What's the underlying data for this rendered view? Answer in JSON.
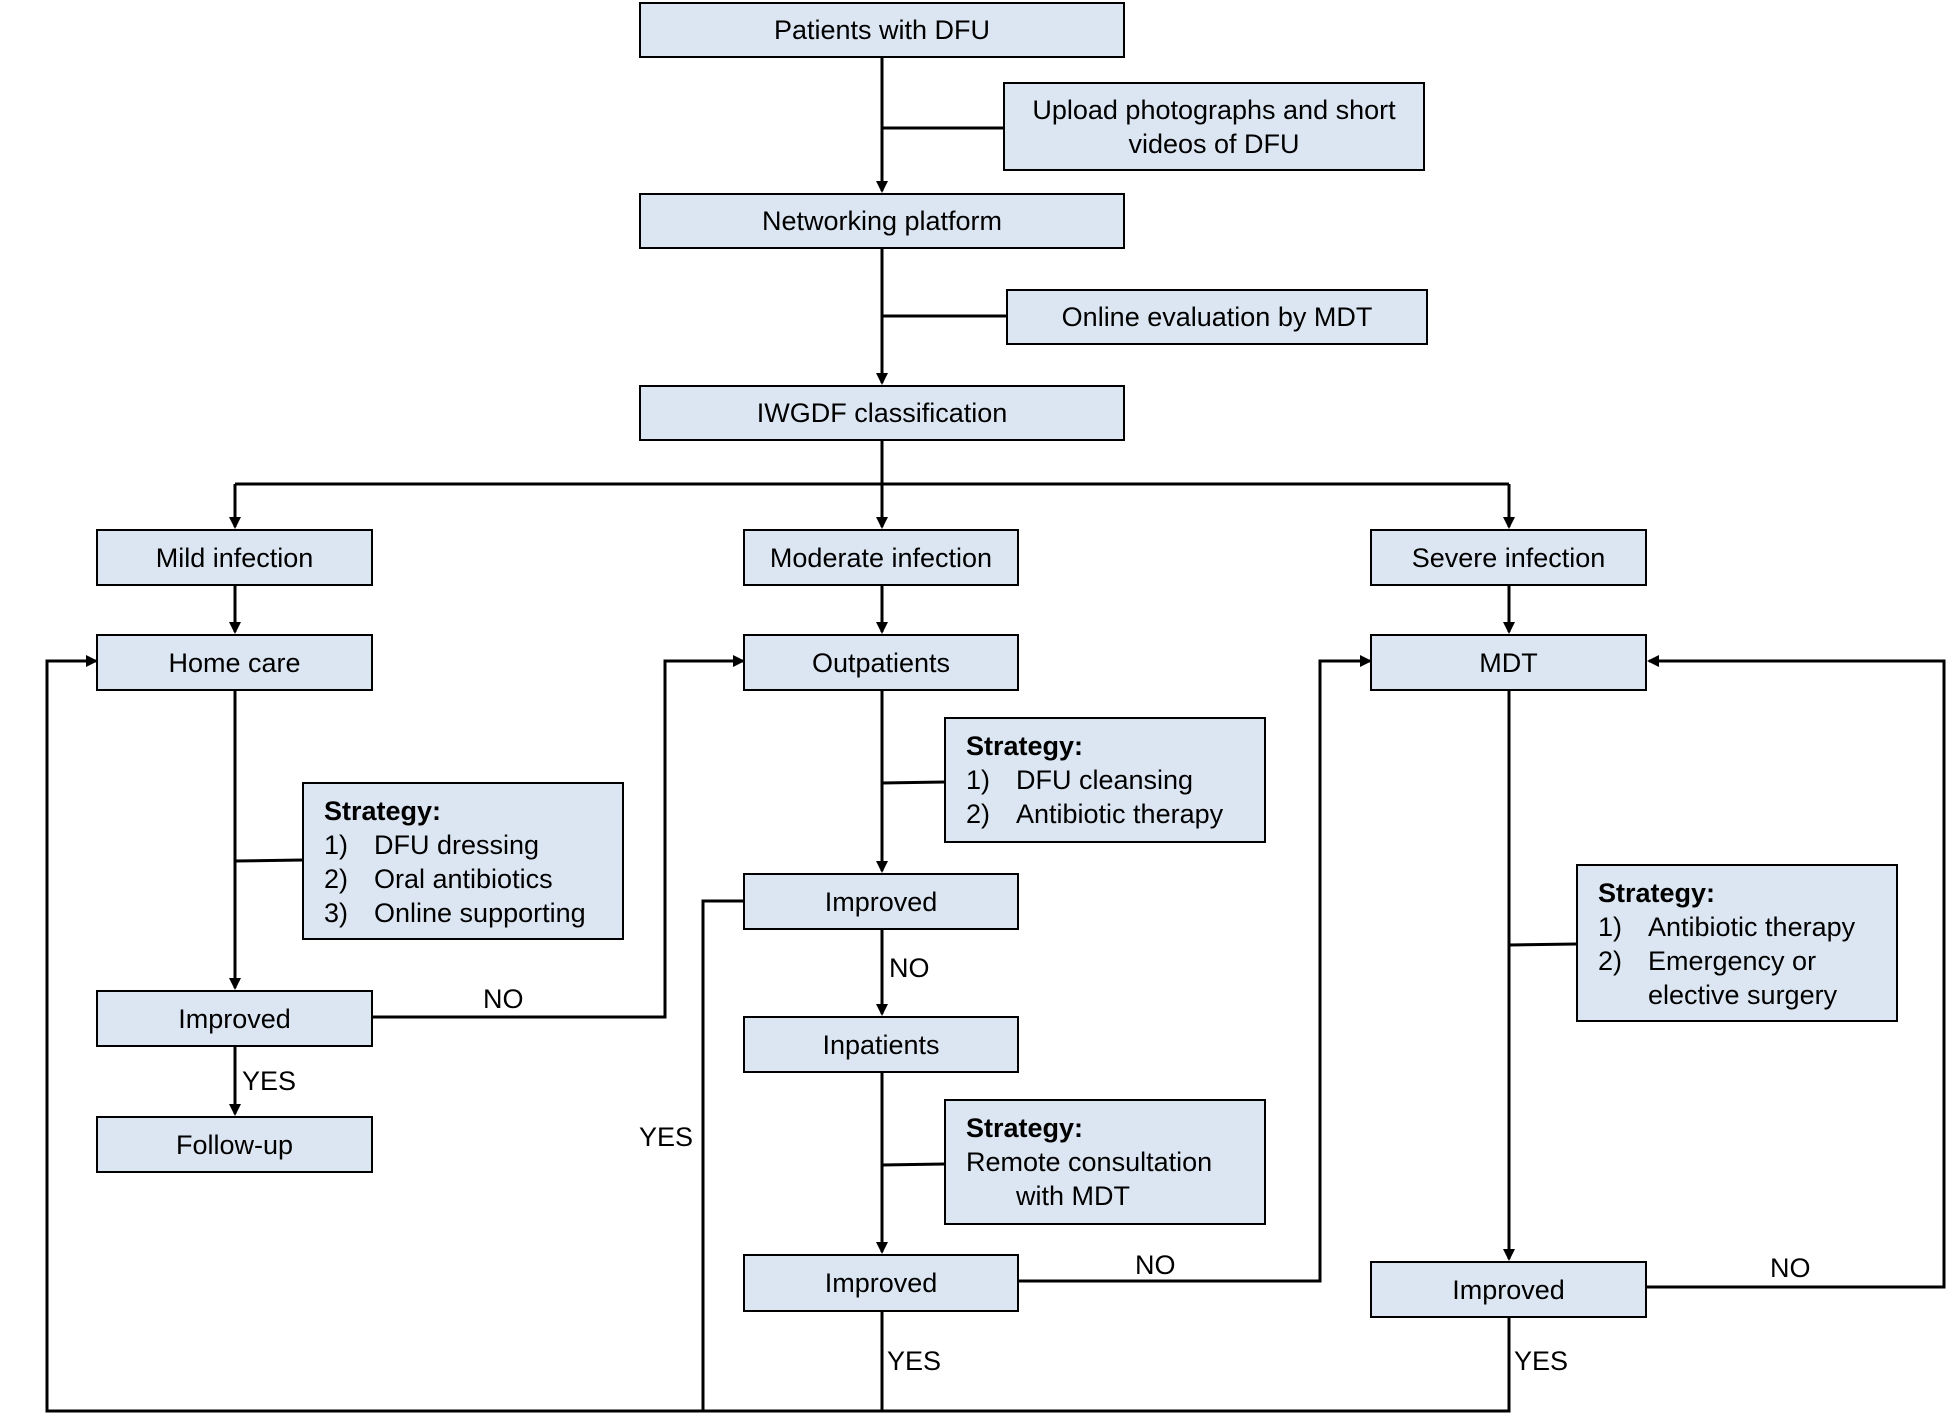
{
  "boxes": {
    "patients": "Patients with DFU",
    "upload": [
      "Upload photographs and short",
      "videos of DFU"
    ],
    "networking": "Networking platform",
    "online_eval": "Online evaluation by MDT",
    "iwgdf": "IWGDF classification",
    "mild": "Mild infection",
    "moderate": "Moderate infection",
    "severe": "Severe infection",
    "home_care": "Home care",
    "outpatients": "Outpatients",
    "mdt": "MDT",
    "improved_mild": "Improved",
    "followup": "Follow-up",
    "improved_out": "Improved",
    "inpatients": "Inpatients",
    "improved_in": "Improved",
    "improved_severe": "Improved"
  },
  "strategies": {
    "mild": {
      "title": "Strategy:",
      "items": [
        {
          "num": "1)",
          "text": "DFU dressing"
        },
        {
          "num": "2)",
          "text": "Oral  antibiotics"
        },
        {
          "num": "3)",
          "text": "Online supporting"
        }
      ]
    },
    "moderate": {
      "title": "Strategy:",
      "items": [
        {
          "num": "1)",
          "text": "DFU cleansing"
        },
        {
          "num": "2)",
          "text": "Antibiotic therapy"
        }
      ]
    },
    "inpatient": {
      "title": "Strategy:",
      "lines": [
        "Remote consultation",
        "with MDT"
      ]
    },
    "severe": {
      "title": "Strategy:",
      "items": [
        {
          "num": "1)",
          "text": "Antibiotic therapy"
        },
        {
          "num": "2)",
          "text": "Emergency or"
        },
        {
          "num": "",
          "text": "elective surgery"
        }
      ]
    }
  },
  "edge_labels": {
    "no": "NO",
    "yes": "YES"
  }
}
